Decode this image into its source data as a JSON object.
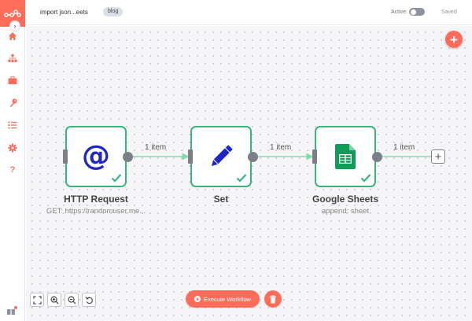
{
  "header": {
    "title": "import json...eets",
    "tag": "blog",
    "active_label": "Active:",
    "saved_label": "Saved"
  },
  "sidebar": {
    "items": [
      {
        "icon": "home-icon"
      },
      {
        "icon": "network-icon"
      },
      {
        "icon": "briefcase-icon"
      },
      {
        "icon": "key-icon"
      },
      {
        "icon": "list-icon"
      },
      {
        "icon": "gear-icon"
      },
      {
        "icon": "help-icon",
        "label": "?"
      }
    ]
  },
  "nodes": [
    {
      "name": "HTTP Request",
      "subtitle": "GET: https://randomuser.me...",
      "icon": "at-icon",
      "status": "success"
    },
    {
      "name": "Set",
      "subtitle": "",
      "icon": "pencil-icon",
      "status": "success"
    },
    {
      "name": "Google Sheets",
      "subtitle": "append: sheet",
      "icon": "google-sheets-icon",
      "status": "success"
    }
  ],
  "connections": [
    {
      "label": "1 item"
    },
    {
      "label": "1 item"
    },
    {
      "label": "1 item"
    }
  ],
  "footer": {
    "execute_label": "Execute Workflow"
  },
  "colors": {
    "accent": "#ff6d5a",
    "node_border": "#3ab47a",
    "connection": "#7fdcaa",
    "at_icon": "#1f26c7",
    "sheets_green": "#0f9d58"
  }
}
